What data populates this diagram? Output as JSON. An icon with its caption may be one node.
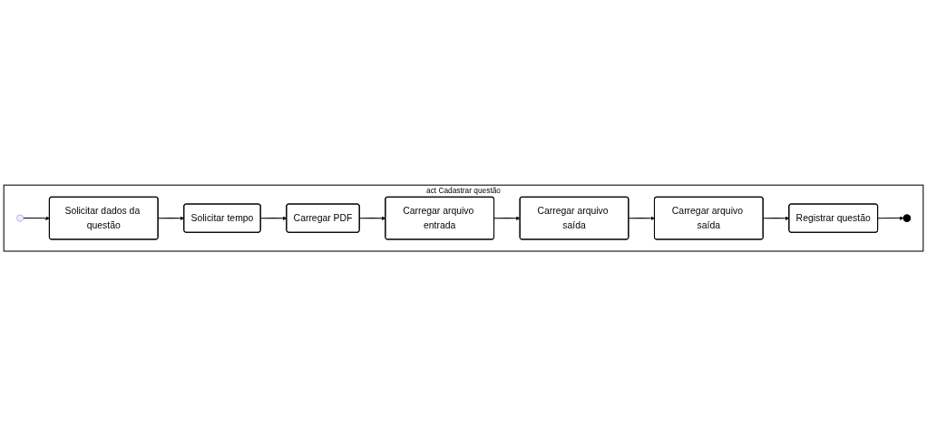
{
  "diagram": {
    "nodes": [
      {
        "text": [
          "act Cadastrar questão"
        ]
      },
      {
        "text": [],
        "shape": "circle",
        "in": 0
      },
      {
        "text": [
          "Solicitar dados da questão"
        ],
        "in": 0
      },
      {
        "text": [
          "Solicitar tempo"
        ],
        "in": 0
      },
      {
        "text": [
          "Carregar PDF"
        ],
        "in": 0
      },
      {
        "text": [
          "Carregar arquivo entrada"
        ],
        "in": 0
      },
      {
        "text": [
          "Carregar arquivo saída"
        ],
        "in": 0
      },
      {
        "text": [
          "Carregar arquivo saída"
        ],
        "in": 0
      },
      {
        "text": [
          "Registrar questão"
        ],
        "in": 0
      },
      {
        "text": [],
        "shape": "circle",
        "in": 0
      }
    ],
    "edges": [
      {
        "from": 1,
        "to": 2,
        "arrow": "to"
      },
      {
        "from": 2,
        "to": 3,
        "arrow": "to"
      },
      {
        "from": 3,
        "to": 4,
        "arrow": "to"
      },
      {
        "from": 4,
        "to": 5,
        "arrow": "to"
      },
      {
        "from": 5,
        "to": 6,
        "arrow": "to"
      },
      {
        "from": 6,
        "to": 7,
        "arrow": "to"
      },
      {
        "from": 7,
        "to": 8,
        "arrow": "to"
      },
      {
        "from": 8,
        "to": 9,
        "arrow": "to"
      }
    ]
  }
}
